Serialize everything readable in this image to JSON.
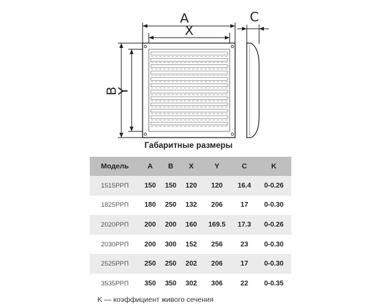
{
  "drawing": {
    "labels": {
      "a": "A",
      "x": "X",
      "c": "C",
      "b": "B",
      "y": "Y"
    }
  },
  "caption": "Габаритные размеры",
  "table": {
    "headers": [
      "Модель",
      "A",
      "B",
      "X",
      "Y",
      "C",
      "K"
    ],
    "rows": [
      [
        "1515РРП",
        "150",
        "150",
        "120",
        "120",
        "16.4",
        "0-0.26"
      ],
      [
        "1825РРП",
        "180",
        "250",
        "132",
        "206",
        "17",
        "0-0.30"
      ],
      [
        "2020РРП",
        "200",
        "200",
        "160",
        "169.5",
        "17.3",
        "0-0.26"
      ],
      [
        "2030РРП",
        "200",
        "300",
        "152",
        "256",
        "23",
        "0-0.30"
      ],
      [
        "2525РРП",
        "250",
        "250",
        "202",
        "206",
        "17",
        "0-0.30"
      ],
      [
        "3535РРП",
        "350",
        "350",
        "302",
        "306",
        "22",
        "0-0.35"
      ]
    ]
  },
  "footnote": "K — коэффициент живого сечения"
}
